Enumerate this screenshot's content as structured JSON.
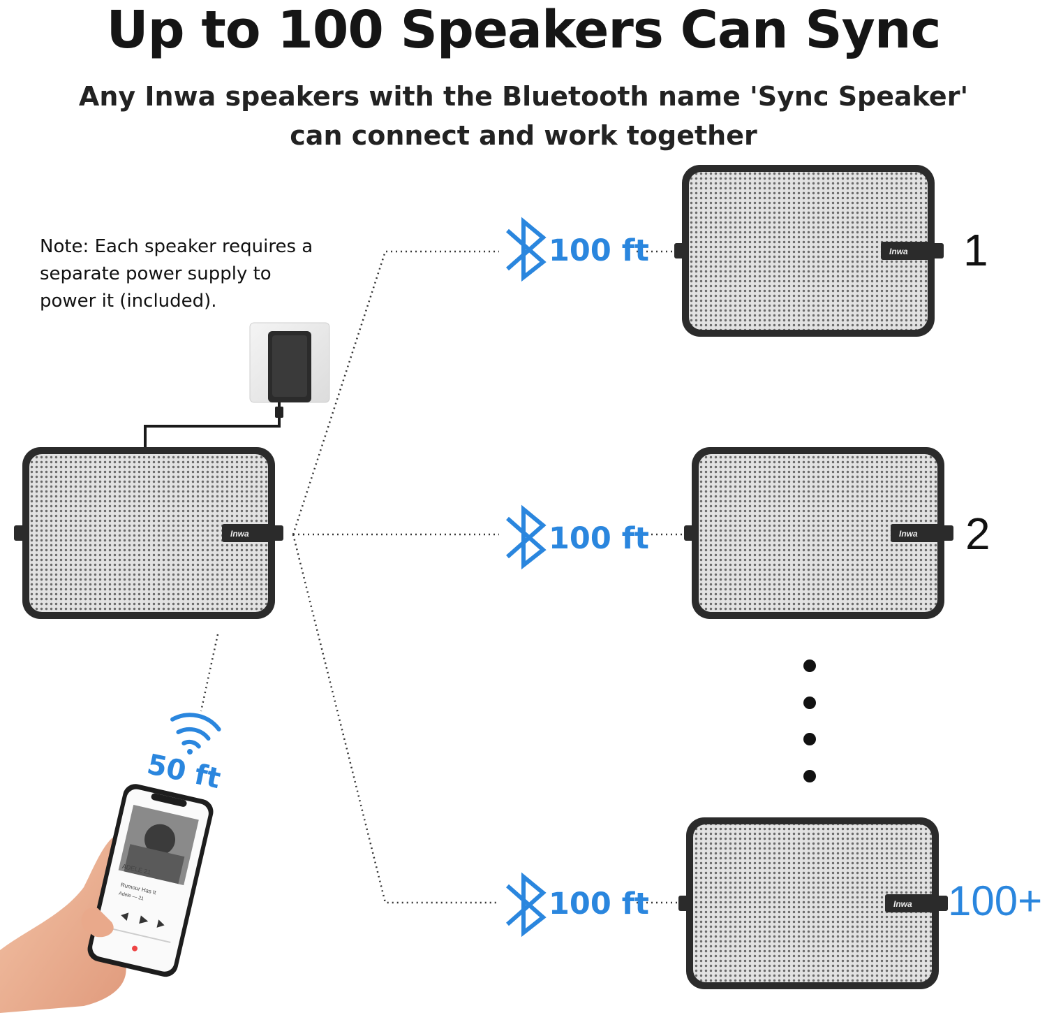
{
  "header": {
    "title": "Up to 100 Speakers Can Sync",
    "subtitle_line1": "Any Inwa speakers with the Bluetooth name 'Sync Speaker'",
    "subtitle_line2": "can connect and work together"
  },
  "note": {
    "line1": "Note: Each speaker requires a",
    "line2": "separate power supply to",
    "line3": "power it (included)."
  },
  "brand_label": "Inwa",
  "phone_link": {
    "distance": "50 ft",
    "icon": "wifi-signal-icon"
  },
  "links": [
    {
      "distance": "100 ft",
      "icon": "bluetooth-icon",
      "speaker_label": "1"
    },
    {
      "distance": "100 ft",
      "icon": "bluetooth-icon",
      "speaker_label": "2"
    },
    {
      "distance": "100 ft",
      "icon": "bluetooth-icon",
      "speaker_label": "100+"
    }
  ],
  "phone_screen": {
    "album_text": "ADELE 21",
    "song": "Rumour Has It",
    "artist": "Adele — 21"
  },
  "colors": {
    "accent_blue": "#2a86de",
    "speaker_body": "#2b2b2b",
    "grille": "#d9d9d9"
  }
}
